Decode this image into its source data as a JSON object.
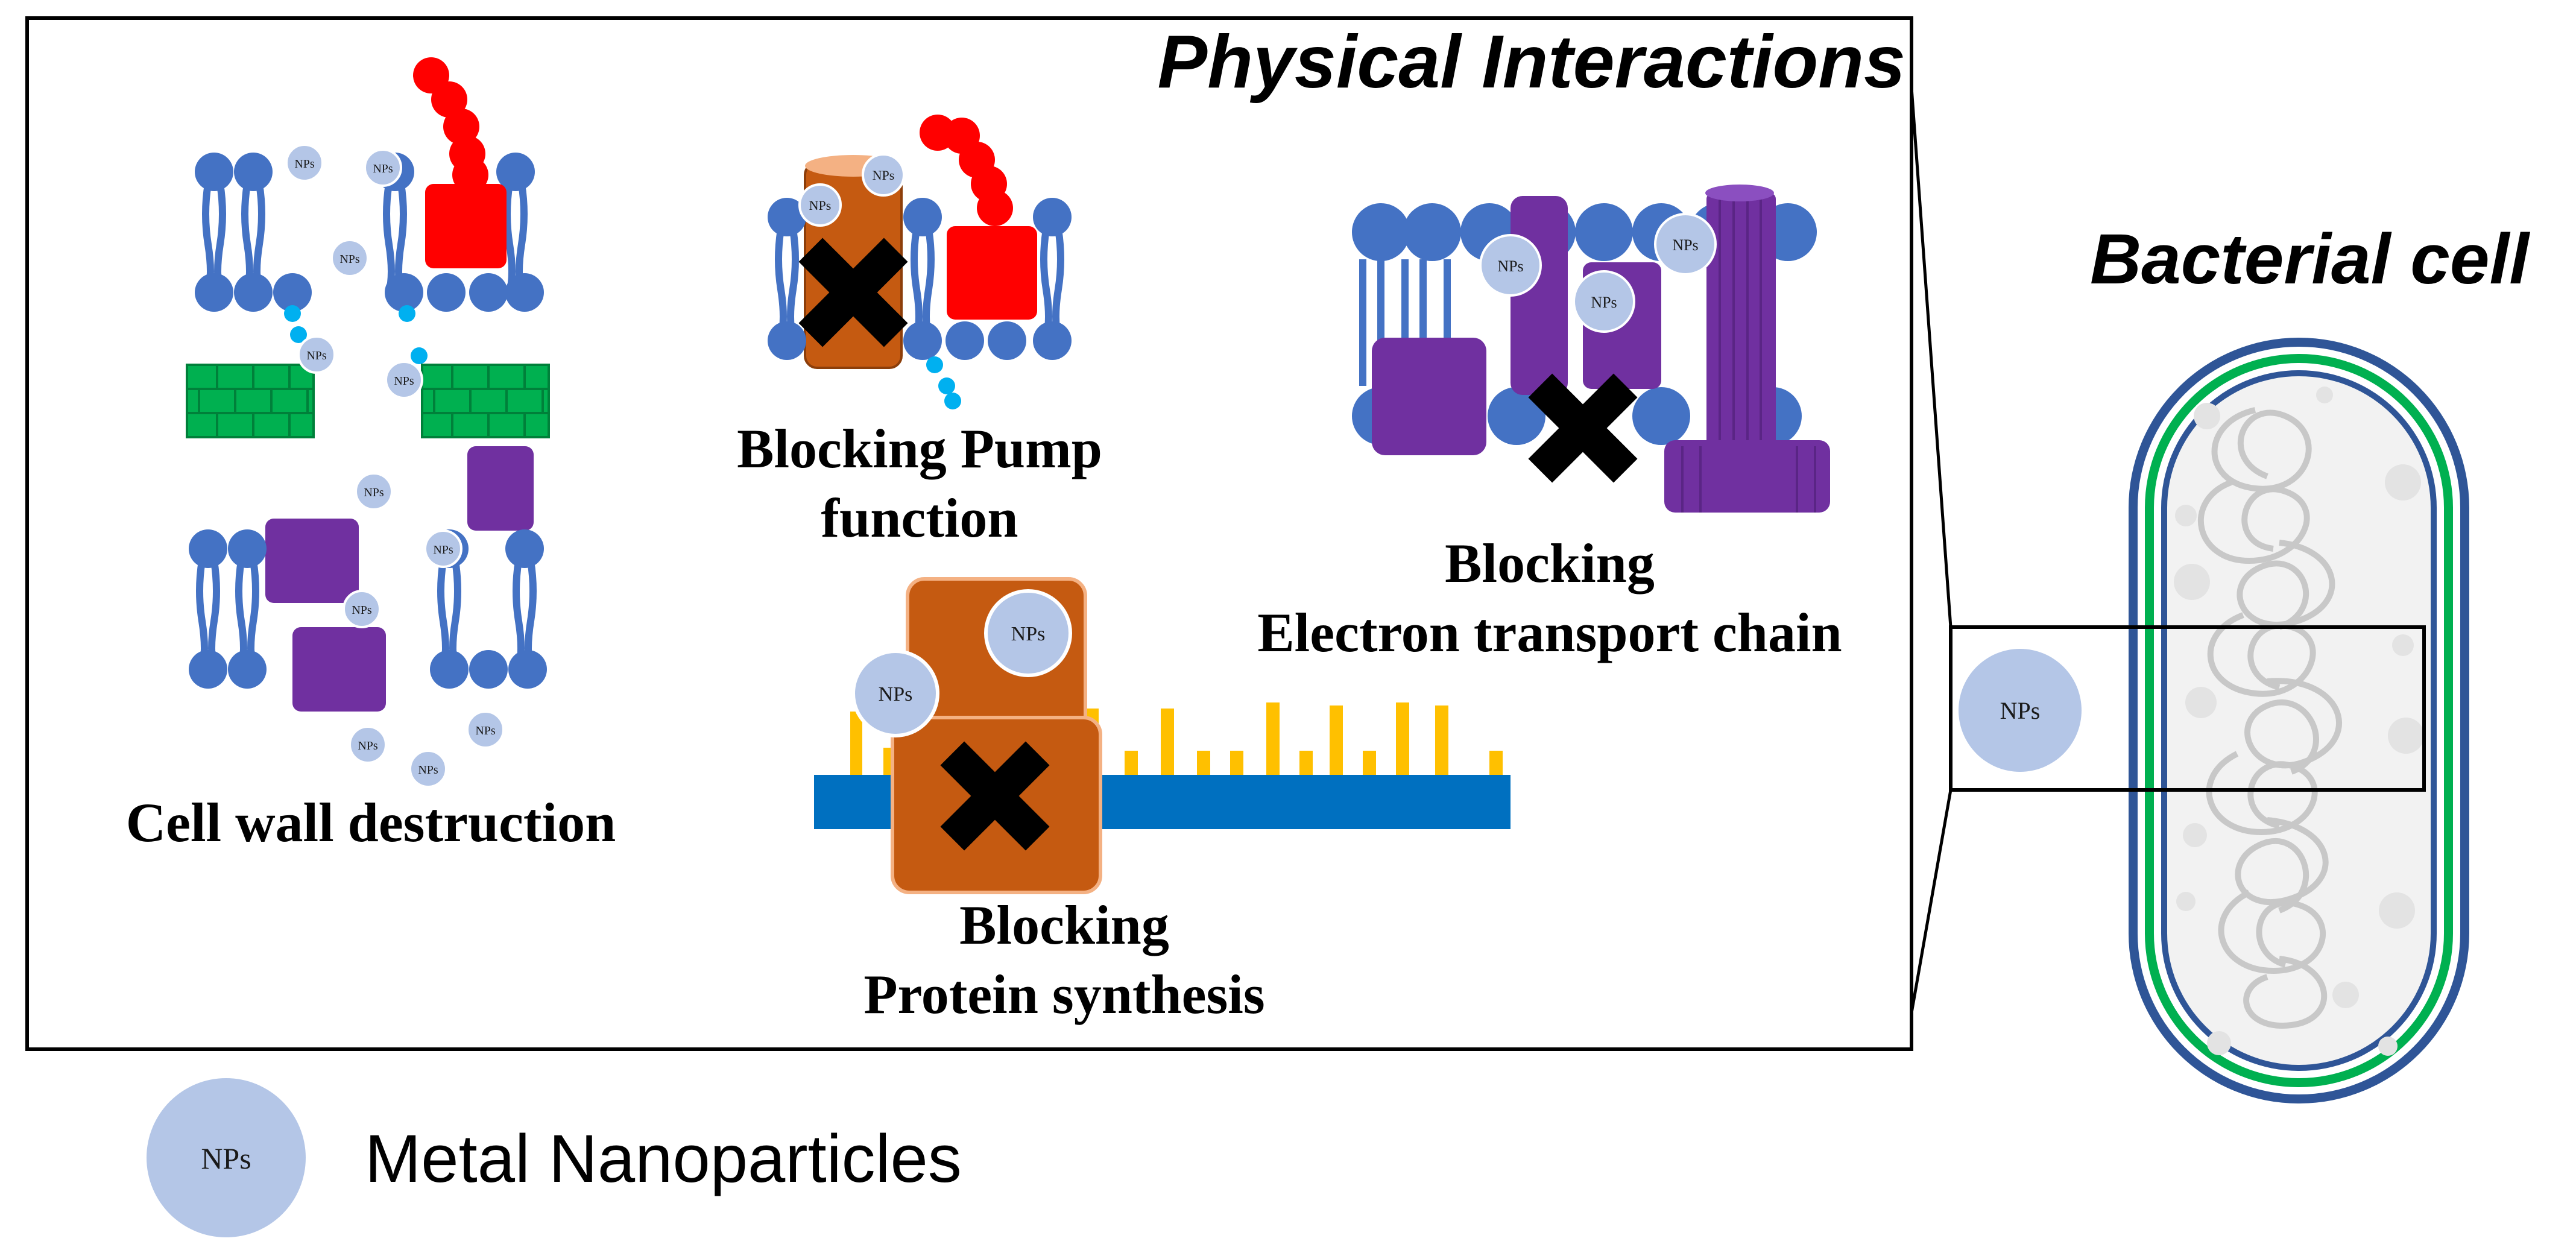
{
  "headings": {
    "physical_interactions": "Physical Interactions",
    "bacterial_cell": "Bacterial cell"
  },
  "mechanisms": {
    "cell_wall": "Cell wall destruction",
    "pump_line1": "Blocking Pump",
    "pump_line2": "function",
    "etc_line1": "Blocking",
    "etc_line2": "Electron transport chain",
    "protein_line1": "Blocking",
    "protein_line2": "Protein synthesis"
  },
  "nanoparticle_label": "NPs",
  "legend": {
    "symbol_text": "NPs",
    "label": "Metal Nanoparticles"
  },
  "colors": {
    "lipid_head": "#4472c4",
    "nanoparticle": "#b4c6e7",
    "protein_purple": "#7030a0",
    "pump_red": "#ff0000",
    "pump_orange": "#c55a11",
    "cell_wall_green": "#00b050",
    "ribosome_orange": "#c55a11",
    "mrna_blue": "#0070c0",
    "mrna_yellow": "#ffc000",
    "block_cross": "#000000",
    "membrane_blue": "#2f5597"
  }
}
